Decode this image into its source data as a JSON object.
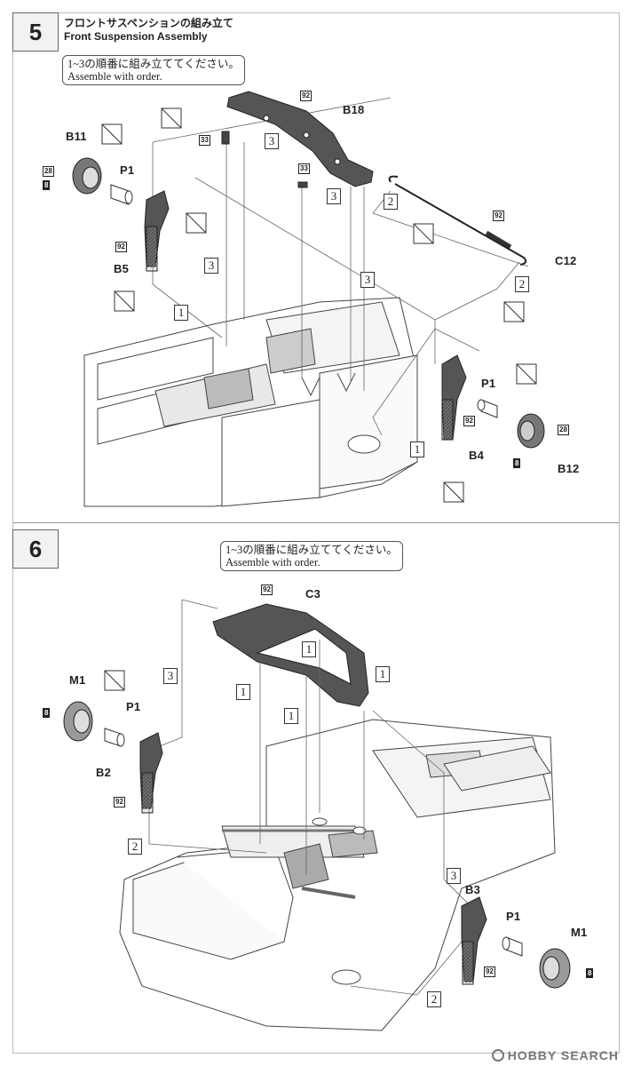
{
  "step5": {
    "number": "5",
    "title_jp": "フロントサスペンションの組み立て",
    "title_en": "Front Suspension Assembly",
    "note_jp": "1~3の順番に組み立ててください。",
    "note_en": "Assemble with order.",
    "labels": {
      "b11": "B11",
      "p1a": "P1",
      "b5": "B5",
      "b18": "B18",
      "c12": "C12",
      "p1b": "P1",
      "b4": "B4",
      "b12": "B12"
    },
    "tags": {
      "t92a": "92",
      "t33a": "33",
      "t28a": "28",
      "t8a": "8",
      "t92b": "92",
      "t33b": "33",
      "t92c": "92",
      "t92d": "92",
      "t28b": "28",
      "t8b": "8"
    },
    "seq": {
      "s3a": "3",
      "s3b": "3",
      "s3c": "3",
      "s3d": "3",
      "s2a": "2",
      "s2b": "2",
      "s1a": "1",
      "s1b": "1"
    }
  },
  "step6": {
    "number": "6",
    "note_jp": "1~3の順番に組み立ててください。",
    "note_en": "Assemble with order.",
    "labels": {
      "m1a": "M1",
      "p1a": "P1",
      "b2": "B2",
      "c3": "C3",
      "b3": "B3",
      "p1b": "P1",
      "m1b": "M1"
    },
    "tags": {
      "t8a": "8",
      "t92a": "92",
      "t92b": "92",
      "t92c": "92",
      "t8b": "8"
    },
    "seq": {
      "s3a": "3",
      "s1a": "1",
      "s1b": "1",
      "s1c": "1",
      "s1d": "1",
      "s2a": "2",
      "s3b": "3",
      "s2b": "2"
    }
  },
  "watermark": "HOBBY SEARCH"
}
